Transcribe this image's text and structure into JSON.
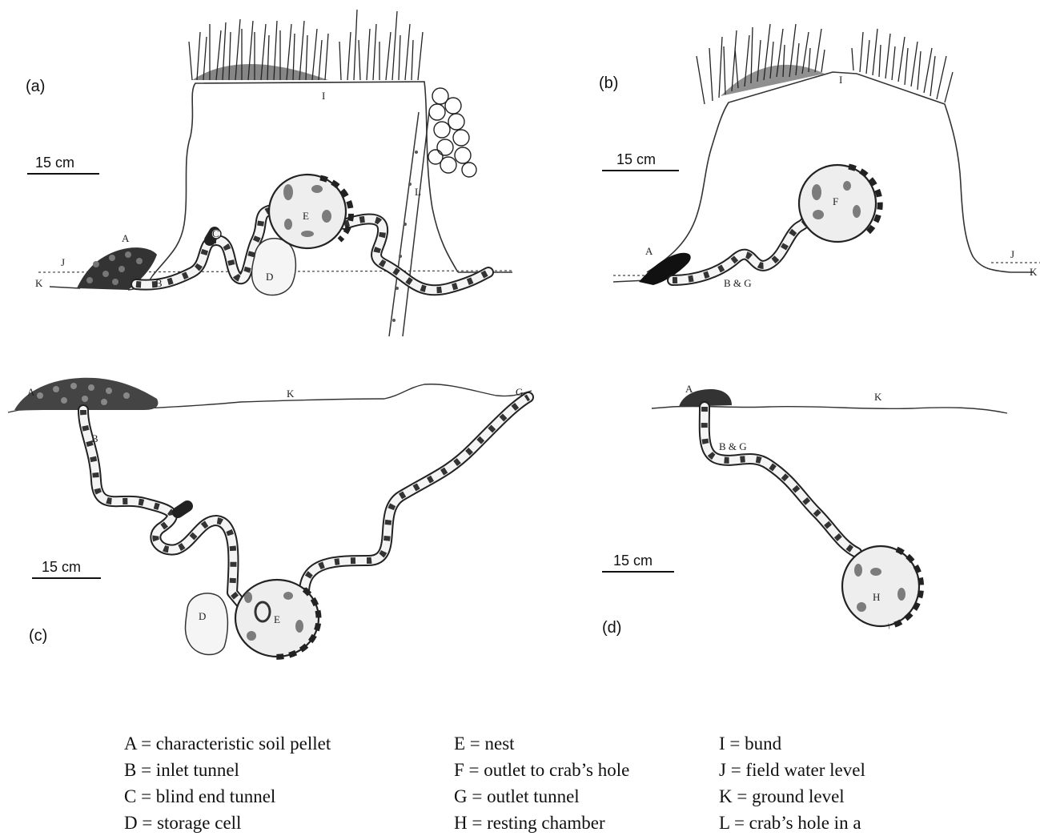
{
  "panels": [
    {
      "label": "(a)",
      "scale": "15 cm"
    },
    {
      "label": "(b)",
      "scale": "15 cm"
    },
    {
      "label": "(c)",
      "scale": "15 cm"
    },
    {
      "label": "(d)",
      "scale": "15 cm"
    }
  ],
  "marks": {
    "a": {
      "A": "A",
      "B": "B",
      "C": "C",
      "D": "D",
      "E": "E",
      "I": "I",
      "J": "J",
      "K": "K",
      "L": "L"
    },
    "b": {
      "A": "A",
      "BG": "B & G",
      "F": "F",
      "I": "I",
      "J": "J",
      "K": "K"
    },
    "c": {
      "A": "A",
      "B": "B",
      "D": "D",
      "E": "E",
      "G": "G",
      "K": "K"
    },
    "d": {
      "A": "A",
      "BG": "B & G",
      "H": "H",
      "K": "K"
    }
  },
  "legend": {
    "col1": [
      "A = characteristic soil pellet",
      "B = inlet tunnel",
      "C = blind end tunnel",
      "D = storage cell"
    ],
    "col2": [
      "E = nest",
      "F = outlet to crab’s hole",
      "G = outlet tunnel",
      "H = resting chamber"
    ],
    "col3": [
      "I = bund",
      "J  = field water level",
      "K = ground level",
      "L = crab’s hole in a"
    ]
  }
}
